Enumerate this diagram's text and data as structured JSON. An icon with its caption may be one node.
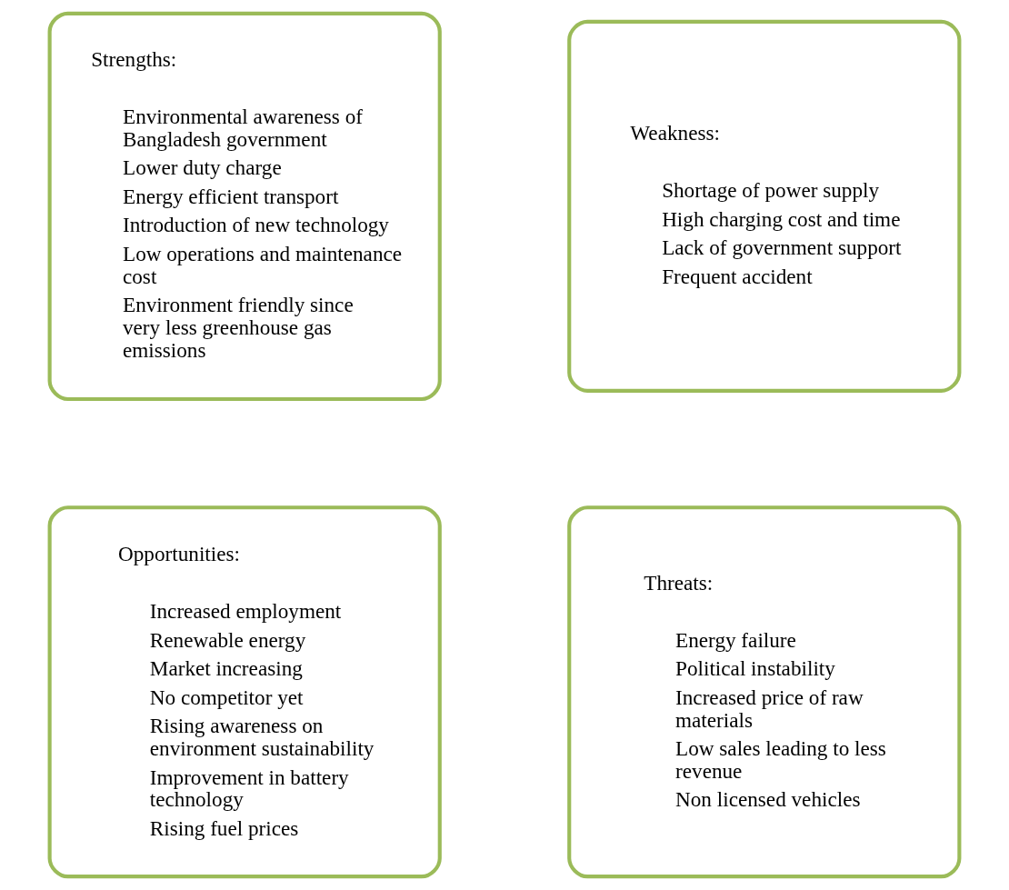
{
  "diagram": {
    "nodes": [
      {
        "text": [
          "Strengths:",
          "Environmental awareness of Bangladesh government",
          "Lower duty charge",
          "Energy efficient transport",
          "Introduction of new technology",
          "Low operations and maintenance cost",
          "Environment friendly since very less greenhouse gas emissions"
        ]
      },
      {
        "text": [
          "Weakness:",
          "Shortage of power supply",
          "High charging cost and time",
          "Lack of government support",
          "Frequent accident"
        ]
      },
      {
        "text": [
          "Opportunities:",
          "Increased employment",
          "Renewable energy",
          "Market increasing",
          "No competitor yet",
          "Rising awareness on environment sustainability",
          "Improvement in battery technology",
          "Rising fuel prices"
        ]
      },
      {
        "text": [
          "Threats:",
          "Energy failure",
          "Political instability",
          "Increased price of raw materials",
          "Low sales leading to less revenue",
          "Non licensed vehicles"
        ]
      }
    ],
    "edges": []
  }
}
